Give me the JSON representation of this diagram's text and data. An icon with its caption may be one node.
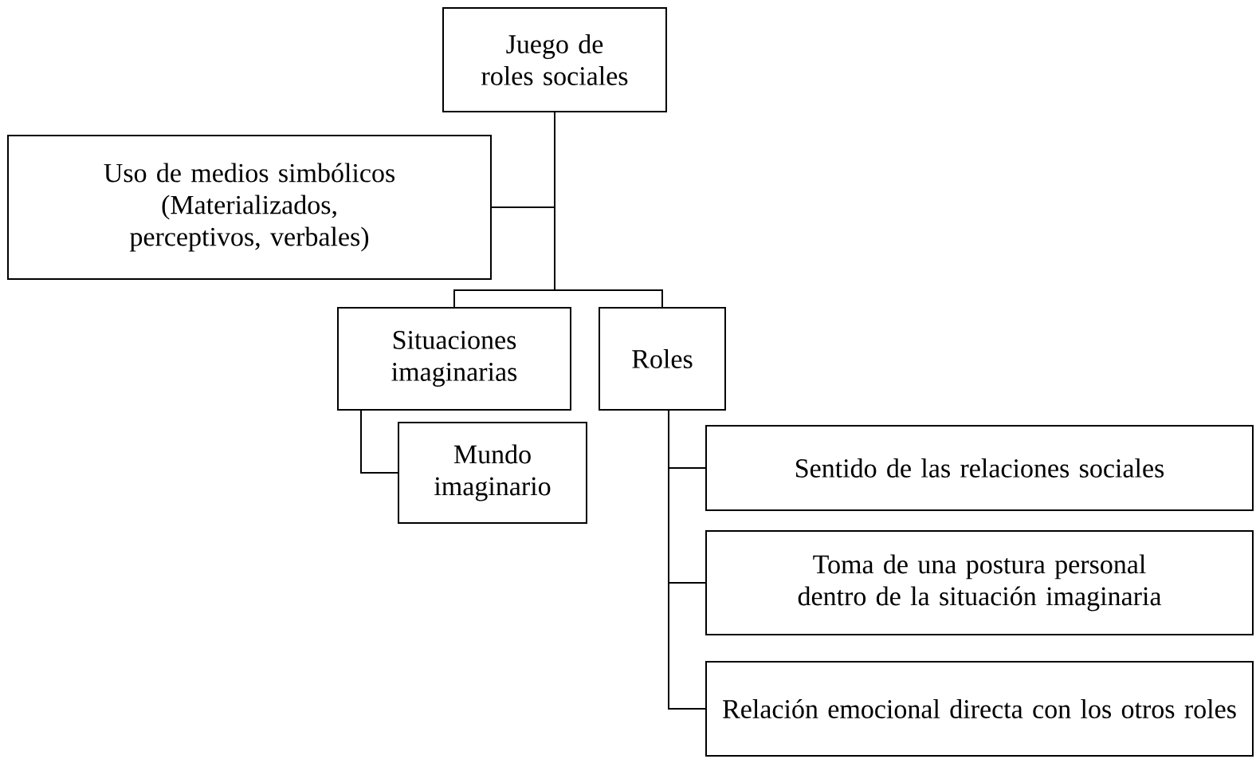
{
  "diagram": {
    "nodes": [
      {
        "text": [
          "Juego de roles sociales"
        ]
      },
      {
        "text": [
          "Uso de medios simbólicos (Materializados, perceptivos, verbales)"
        ]
      },
      {
        "text": [
          "Situaciones imaginarias"
        ]
      },
      {
        "text": [
          "Roles"
        ]
      },
      {
        "text": [
          "Mundo imaginario"
        ]
      },
      {
        "text": [
          "Sentido de las relaciones sociales"
        ]
      },
      {
        "text": [
          "Toma de una postura personal dentro de la situación imaginaria"
        ]
      },
      {
        "text": [
          "Relación emocional directa con los otros roles"
        ]
      }
    ],
    "edges": [
      {
        "from": 0,
        "to": 1,
        "arrow": "none"
      },
      {
        "from": 0,
        "to": 2,
        "arrow": "none"
      },
      {
        "from": 0,
        "to": 3,
        "arrow": "none"
      },
      {
        "from": 2,
        "to": 4,
        "arrow": "none"
      },
      {
        "from": 3,
        "to": 5,
        "arrow": "none"
      },
      {
        "from": 3,
        "to": 6,
        "arrow": "none"
      },
      {
        "from": 3,
        "to": 7,
        "arrow": "none"
      }
    ]
  }
}
